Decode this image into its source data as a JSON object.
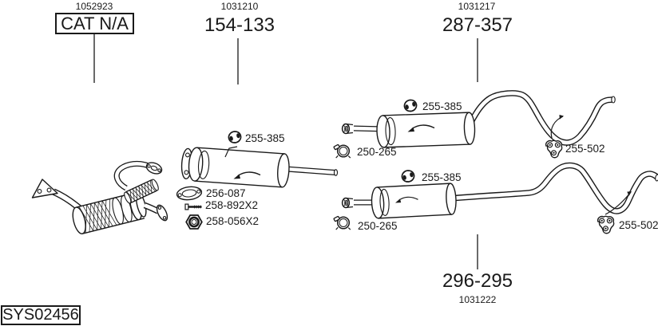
{
  "diagram": {
    "background": "#ffffff",
    "ink": "#1a1a1a",
    "system_code": "SYS02456",
    "groups": {
      "front_pipe": {
        "part_id": "1052923",
        "code": "CAT N/A"
      },
      "center_muffler": {
        "part_id": "1031210",
        "code": "154-133"
      },
      "rear_system_1": {
        "part_id": "1031217",
        "code": "287-357"
      },
      "rear_system_2": {
        "part_id": "1031222",
        "code": "296-295"
      }
    },
    "mount_parts": {
      "center": [
        {
          "icon": "rubber-ring-hanger-icon",
          "label": "255-385"
        },
        {
          "icon": "gasket-icon",
          "label": "256-087"
        },
        {
          "icon": "bolt-icon",
          "label": "258-892X2"
        },
        {
          "icon": "nut-icon",
          "label": "258-056X2"
        }
      ],
      "rear1": [
        {
          "icon": "rubber-ring-hanger-icon",
          "label": "255-385"
        },
        {
          "icon": "clamp-icon",
          "label": "250-265"
        },
        {
          "icon": "rubber-mount-icon",
          "label": "255-502"
        }
      ],
      "rear2": [
        {
          "icon": "rubber-ring-hanger-icon",
          "label": "255-385"
        },
        {
          "icon": "clamp-icon",
          "label": "250-265"
        },
        {
          "icon": "rubber-mount-icon",
          "label": "255-502"
        }
      ]
    }
  }
}
